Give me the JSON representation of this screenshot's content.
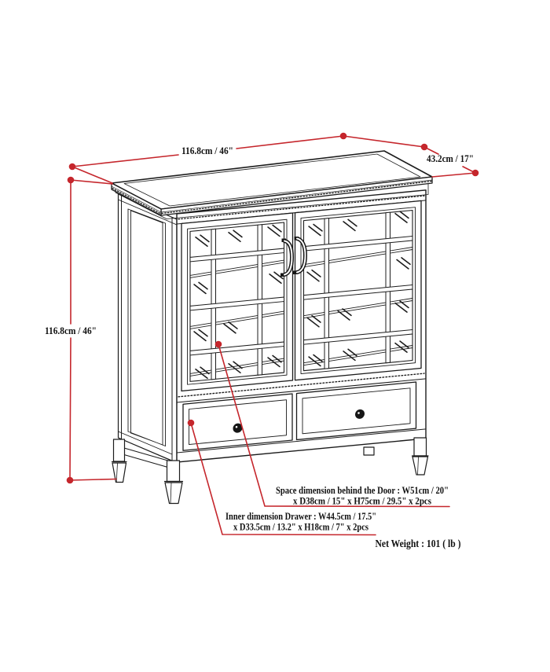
{
  "diagram": {
    "kind": "furniture-dimension-diagram",
    "product": "glass door storage cabinet with two drawers",
    "colors": {
      "accent": "#c5262c",
      "line": "#1c1c1c",
      "text": "#111111",
      "background": "#ffffff"
    },
    "dimension_labels": {
      "top_width": "116.8cm / 46\"",
      "top_depth": "43.2cm / 17\"",
      "side_height": "116.8cm / 46\""
    },
    "annotations": {
      "door_space_line1": "Space dimension behind the Door  : W51cm / 20\"",
      "door_space_line2": "x D38cm / 15\" x H75cm / 29.5\" x 2pcs",
      "drawer_inner_line1": "Inner dimension Drawer : W44.5cm / 17.5\"",
      "drawer_inner_line2": "x D33.5cm / 13.2\" x H18cm / 7\" x 2pcs",
      "net_weight": "Net Weight : 101 ( lb )"
    }
  }
}
